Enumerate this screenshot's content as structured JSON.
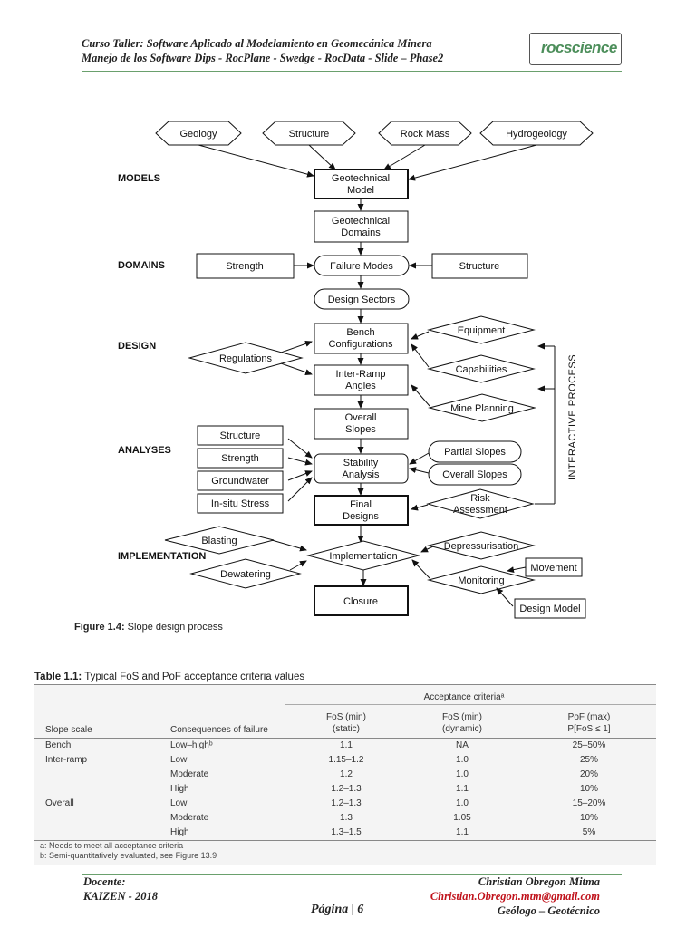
{
  "header": {
    "line1": "Curso Taller: Software Aplicado al Modelamiento en Geomecánica Minera",
    "line2": "Manejo de los Software Dips - RocPlane - Swedge - RocData - Slide – Phase2",
    "logo_text": "rocscience"
  },
  "diagram": {
    "stages": {
      "models": "MODELS",
      "domains": "DOMAINS",
      "design": "DESIGN",
      "analyses": "ANALYSES",
      "implementation": "IMPLEMENTATION"
    },
    "inputs": {
      "geology": "Geology",
      "structure": "Structure",
      "rock_mass": "Rock Mass",
      "hydrogeology": "Hydrogeology"
    },
    "geotechnical_model": [
      "Geotechnical",
      "Model"
    ],
    "geotechnical_domains": [
      "Geotechnical",
      "Domains"
    ],
    "strength": "Strength",
    "failure_modes": "Failure Modes",
    "structure_box": "Structure",
    "design_sectors": "Design Sectors",
    "bench_configurations": [
      "Bench",
      "Configurations"
    ],
    "equipment": "Equipment",
    "regulations": "Regulations",
    "capabilities": "Capabilities",
    "inter_ramp_angles": [
      "Inter-Ramp",
      "Angles"
    ],
    "mine_planning": "Mine Planning",
    "overall_slopes": [
      "Overall",
      "Slopes"
    ],
    "interactive_process": "INTERACTIVE PROCESS",
    "analysis_inputs": {
      "structure": "Structure",
      "strength": "Strength",
      "groundwater": "Groundwater",
      "in_situ_stress": "In-situ Stress"
    },
    "stability_analysis": [
      "Stability",
      "Analysis"
    ],
    "partial_slopes": "Partial Slopes",
    "overall_slopes_ellipse": "Overall Slopes",
    "final_designs": [
      "Final",
      "Designs"
    ],
    "risk_assessment": [
      "Risk",
      "Assessment"
    ],
    "blasting": "Blasting",
    "dewatering": "Dewatering",
    "implementation": "Implementation",
    "depressurisation": "Depressurisation",
    "monitoring": "Monitoring",
    "movement": "Movement",
    "design_model": "Design Model",
    "closure": "Closure"
  },
  "figure_caption": {
    "label": "Figure 1.4:",
    "text": " Slope design process"
  },
  "table": {
    "caption_label": "Table 1.1:",
    "caption_text": " Typical FoS and PoF acceptance criteria values",
    "group_header": "Acceptance criteriaᵃ",
    "headers": {
      "slope_scale": "Slope scale",
      "consequences": "Consequences of failure",
      "fos_static": [
        "FoS (min)",
        "(static)"
      ],
      "fos_dynamic": [
        "FoS (min)",
        "(dynamic)"
      ],
      "pof": [
        "PoF (max)",
        "P[FoS ≤ 1]"
      ]
    },
    "rows": [
      [
        "Bench",
        "Low–highᵇ",
        "1.1",
        "NA",
        "25–50%"
      ],
      [
        "Inter-ramp",
        "Low",
        "1.15–1.2",
        "1.0",
        "25%"
      ],
      [
        "",
        "Moderate",
        "1.2",
        "1.0",
        "20%"
      ],
      [
        "",
        "High",
        "1.2–1.3",
        "1.1",
        "10%"
      ],
      [
        "Overall",
        "Low",
        "1.2–1.3",
        "1.0",
        "15–20%"
      ],
      [
        "",
        "Moderate",
        "1.3",
        "1.05",
        "10%"
      ],
      [
        "",
        "High",
        "1.3–1.5",
        "1.1",
        "5%"
      ]
    ],
    "notes": [
      "a: Needs to meet all acceptance criteria",
      "b: Semi-quantitatively evaluated, see Figure 13.9"
    ]
  },
  "footer": {
    "docente_label": "Docente:",
    "kaizen": "KAIZEN - 2018",
    "page_label": "Página | 6",
    "name": "Christian Obregon Mitma",
    "email": "Christian.Obregon.mtm@gmail.com",
    "title": "Geólogo – Geotécnico"
  }
}
